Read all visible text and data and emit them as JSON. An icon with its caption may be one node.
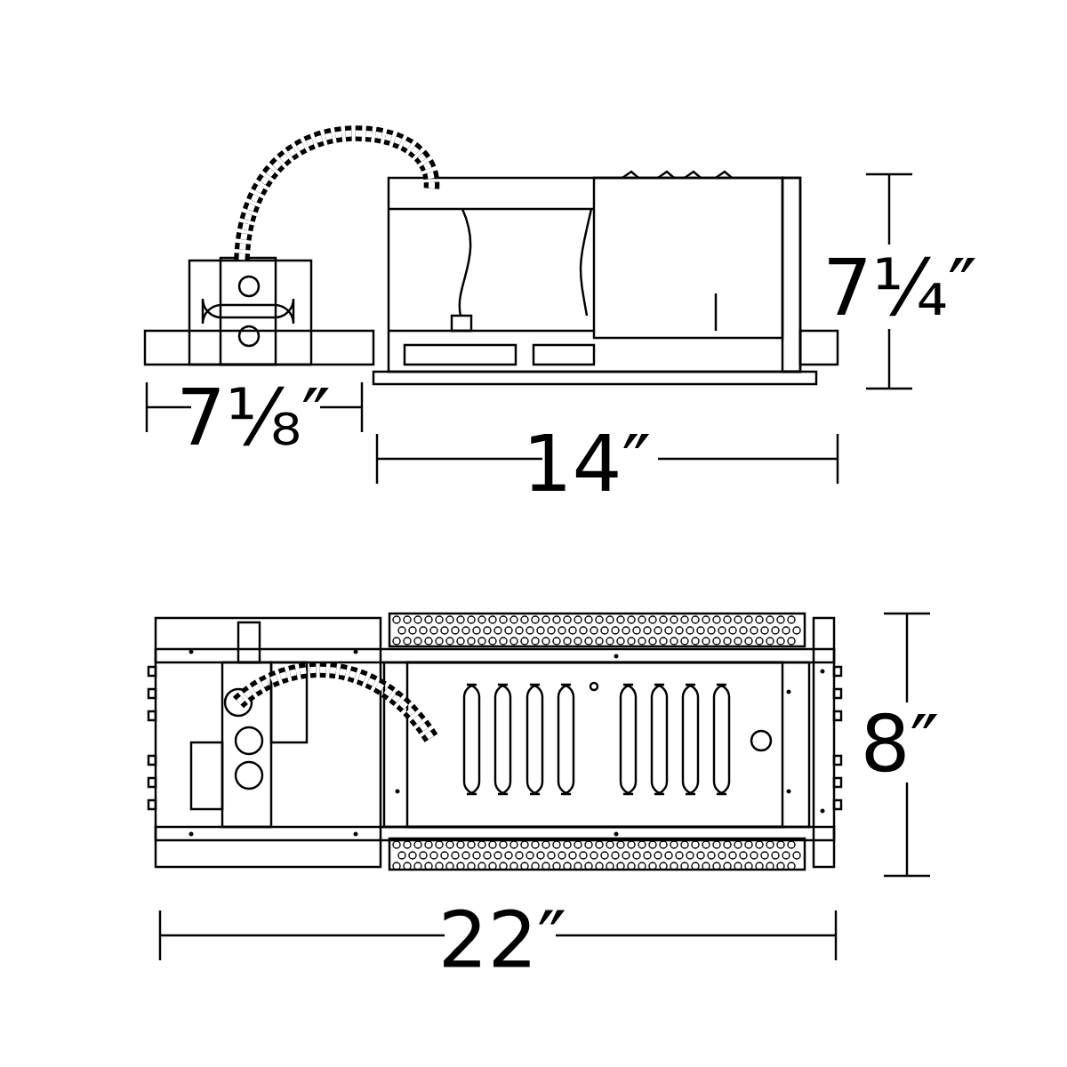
{
  "diagram": {
    "labels": [
      "7¼″",
      "7⅛″",
      "14″",
      "8″",
      "22″"
    ]
  }
}
